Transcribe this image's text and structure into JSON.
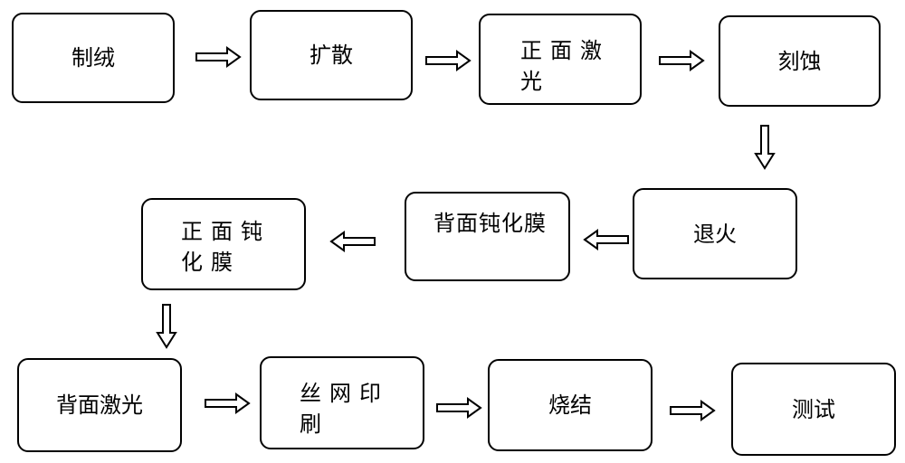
{
  "steps": {
    "texturing": "制绒",
    "diffusion": "扩散",
    "front_laser": "正面激光",
    "etching": "刻蚀",
    "annealing": "退火",
    "back_passivation": "背面钝化膜",
    "front_passivation": "正面钝化膜",
    "back_laser": "背面激光",
    "screen_printing": "丝网印刷",
    "sintering": "烧结",
    "testing": "测试"
  }
}
